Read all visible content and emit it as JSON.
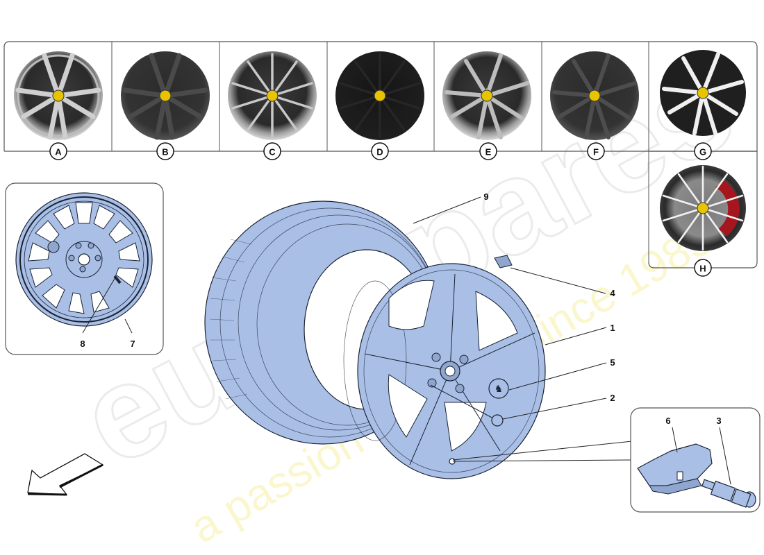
{
  "variants_panel": {
    "items": [
      {
        "label": "A",
        "finish": "silver",
        "style": "5-double-spoke"
      },
      {
        "label": "B",
        "finish": "dark-grey",
        "style": "5-double-spoke"
      },
      {
        "label": "C",
        "finish": "silver",
        "style": "10-thin-spoke"
      },
      {
        "label": "D",
        "finish": "black",
        "style": "10-thin-spoke"
      },
      {
        "label": "E",
        "finish": "silver",
        "style": "5-split-spoke"
      },
      {
        "label": "F",
        "finish": "dark-grey",
        "style": "5-split-spoke"
      },
      {
        "label": "G",
        "finish": "diamond-cut",
        "style": "5-split-spoke"
      },
      {
        "label": "H",
        "finish": "diamond-cut",
        "style": "10-thin-spoke-red-caliper"
      }
    ]
  },
  "spare_wheel_panel": {
    "callouts": [
      {
        "number": "8",
        "part": "spare-wheel-valve"
      },
      {
        "number": "7",
        "part": "spare-wheel"
      }
    ]
  },
  "main_assembly": {
    "callouts": [
      {
        "number": "9",
        "part": "tyre"
      },
      {
        "number": "4",
        "part": "balance-weight"
      },
      {
        "number": "1",
        "part": "wheel-rim"
      },
      {
        "number": "5",
        "part": "centre-cap"
      },
      {
        "number": "2",
        "part": "wheel-bolt"
      }
    ]
  },
  "tpms_panel": {
    "callouts": [
      {
        "number": "6",
        "part": "tpms-sensor"
      },
      {
        "number": "3",
        "part": "valve-stem"
      }
    ]
  },
  "direction_arrow": {
    "icon": "arrow-down-left-icon"
  },
  "watermark": {
    "brand": "eurospares",
    "tagline": "a passion for parts since 1985"
  },
  "colors": {
    "part_fill": "#a9bfe6",
    "outline": "#1a2233",
    "watermark_text": "#f6f2a8",
    "badge_yellow": "#e8c400",
    "caliper_red": "#a5161e"
  }
}
